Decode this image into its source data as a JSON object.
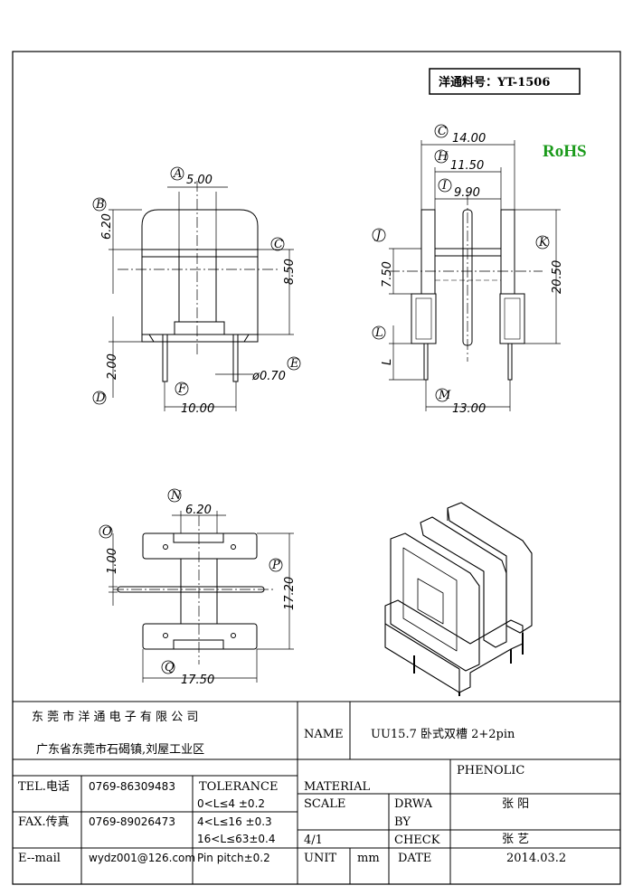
{
  "part_no": "洋通料号：YT-1506",
  "rohs": "RoHS",
  "front_view": {
    "A": "A",
    "B": "B",
    "C": "C",
    "D": "D",
    "E": "E",
    "F": "F",
    "dim_A": "5.00",
    "dim_B": "6.20",
    "dim_C": "8.50",
    "dim_D": "2.00",
    "dim_E": "ø0.70",
    "dim_F": "10.00"
  },
  "side_view": {
    "C": "C",
    "H": "H",
    "I": "I",
    "J": "J",
    "K": "K",
    "L": "L",
    "M": "M",
    "dim_C": "14.00",
    "dim_H": "11.50",
    "dim_I": "9.90",
    "dim_J": "7.50",
    "dim_K": "20.50",
    "dim_L": "L",
    "dim_M": "13.00"
  },
  "top_view": {
    "N": "N",
    "O": "O",
    "P": "P",
    "Q": "Q",
    "dim_N": "6.20",
    "dim_O": "1.00",
    "dim_P": "17.20",
    "dim_Q": "17.50"
  },
  "title_block": {
    "company": "东 莞 市 洋 通 电 子 有 限 公 司",
    "address": "广东省东莞市石碣镇,刘屋工业区",
    "name_label": "NAME",
    "name_value": "UU15.7 卧式双槽 2+2pin",
    "tel_label": "TEL.电话",
    "tel_value": "0769-86309483",
    "fax_label": "FAX.传真",
    "fax_value": "0769-89026473",
    "email_label": "E--mail",
    "email_value": "wydz001@126.com",
    "tolerance_label": "TOLERANCE",
    "tol_1": "0<L≤4   ±0.2",
    "tol_2": "4<L≤16  ±0.3",
    "tol_3": "16<L≤63±0.4",
    "tol_4": "Pin pitch±0.2",
    "material_label": "MATERIAL",
    "material_value": "PHENOLIC",
    "scale_label": "SCALE",
    "scale_value": "4/1",
    "drawn_label_1": "DRWA",
    "drawn_label_2": "BY",
    "drawn_value": "张  阳",
    "check_label": "CHECK",
    "check_value": "张  艺",
    "unit_label": "UNIT",
    "unit_value": "mm",
    "date_label": "DATE",
    "date_value": "2014.03.2"
  }
}
